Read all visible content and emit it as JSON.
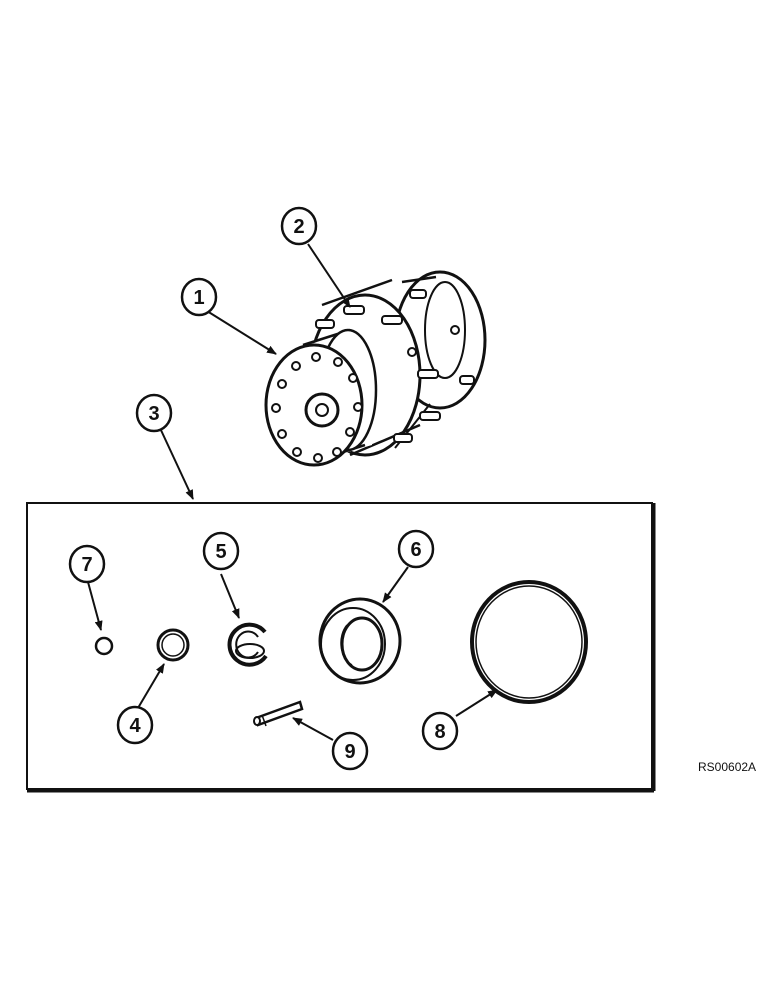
{
  "callouts": {
    "c1": "1",
    "c2": "2",
    "c3": "3",
    "c4": "4",
    "c5": "5",
    "c6": "6",
    "c7": "7",
    "c8": "8",
    "c9": "9"
  },
  "figure_code": "RS00602A"
}
